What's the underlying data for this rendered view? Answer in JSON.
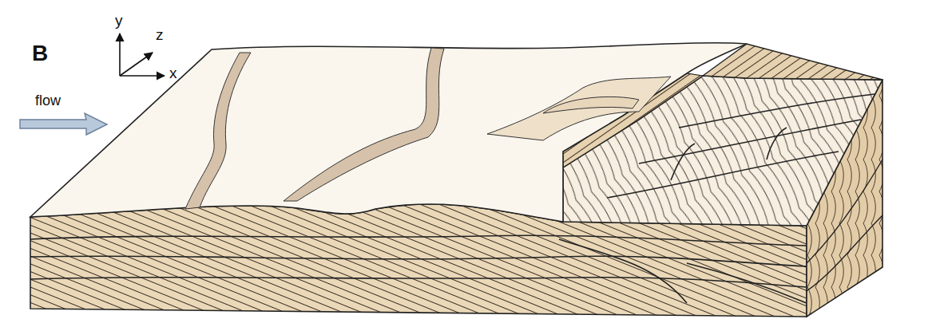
{
  "diagram": {
    "labels": [
      "B",
      "y",
      "z",
      "x",
      "flow"
    ]
  }
}
